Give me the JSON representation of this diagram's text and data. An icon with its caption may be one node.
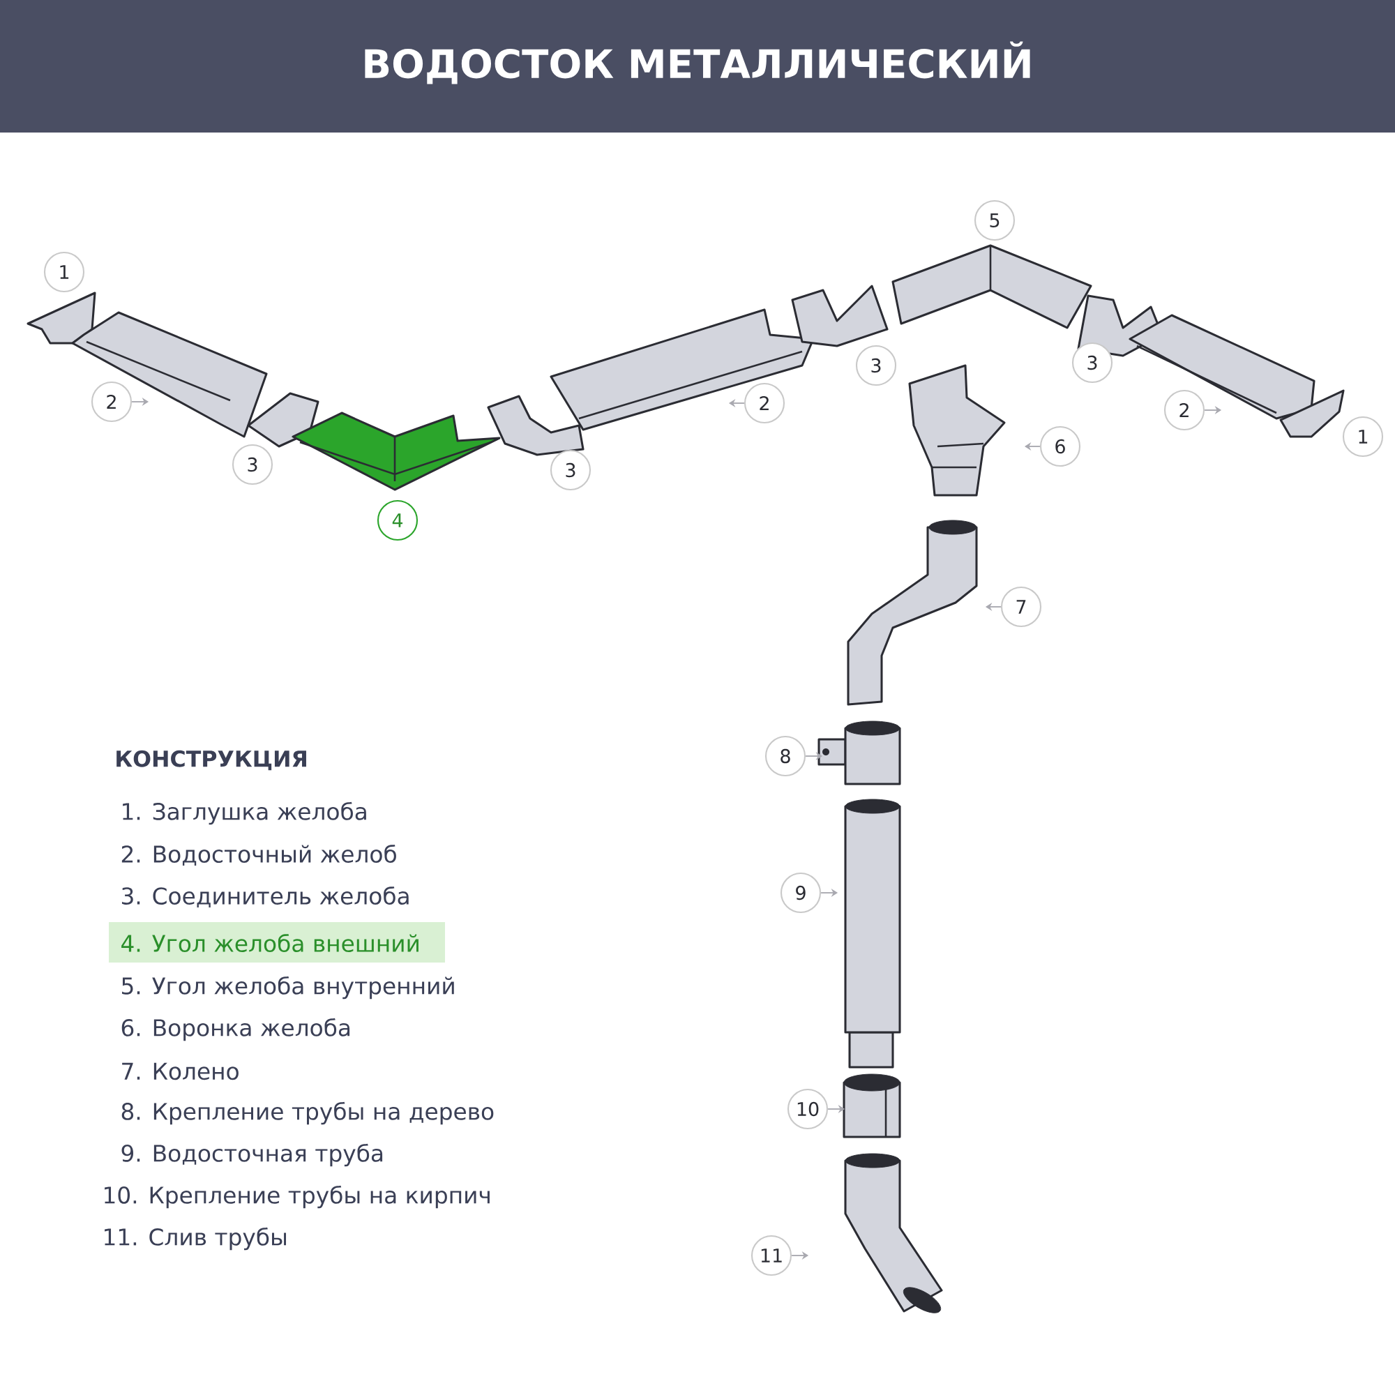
{
  "diagram": {
    "title": "ВОДОСТОК МЕТАЛЛИЧЕСКИЙ",
    "nodes": [
      {
        "text": [
          "1"
        ]
      },
      {
        "text": [
          "5"
        ]
      },
      {
        "text": [
          "2"
        ]
      },
      {
        "text": [
          "3"
        ]
      },
      {
        "text": [
          "3"
        ]
      },
      {
        "text": [
          "2"
        ]
      },
      {
        "text": [
          "2"
        ]
      },
      {
        "text": [
          "3"
        ]
      },
      {
        "text": [
          "3"
        ]
      },
      {
        "text": [
          "1"
        ]
      },
      {
        "text": [
          "6"
        ]
      },
      {
        "text": [
          "4"
        ]
      },
      {
        "text": [
          "7"
        ]
      },
      {
        "text": [
          "8"
        ]
      },
      {
        "text": [
          "9"
        ]
      },
      {
        "text": [
          "10"
        ]
      },
      {
        "text": [
          "11"
        ]
      }
    ],
    "edges": [
      {
        "from": 2,
        "to": null,
        "arrow": "to"
      },
      {
        "from": 5,
        "to": null,
        "arrow": "to"
      },
      {
        "from": 6,
        "to": null,
        "arrow": "to"
      },
      {
        "from": 10,
        "to": null,
        "arrow": "to"
      },
      {
        "from": 12,
        "to": null,
        "arrow": "to"
      },
      {
        "from": 13,
        "to": null,
        "arrow": "to"
      },
      {
        "from": 14,
        "to": null,
        "arrow": "to"
      },
      {
        "from": 15,
        "to": null,
        "arrow": "to"
      },
      {
        "from": 16,
        "to": null,
        "arrow": "to"
      }
    ],
    "labels": [
      "КОНСТРУКЦИЯ",
      "1. Заглушка желоба",
      "2. Водосточный желоб",
      "3. Соединитель желоба",
      "4. Угол желоба внешний",
      "5. Угол желоба внутренний",
      "6. Воронка желоба",
      "7. Колено",
      "8. Крепление трубы на дерево",
      "9. Водосточная труба",
      "10. Крепление трубы на кирпич",
      "11. Слив трубы"
    ]
  }
}
